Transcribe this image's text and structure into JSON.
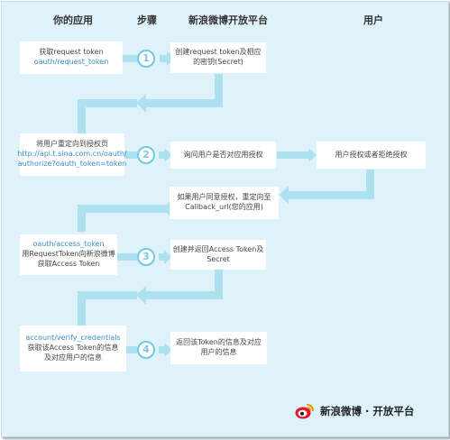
{
  "headers": {
    "your_app": "你的应用",
    "steps": "步骤",
    "platform": "新浪微博开放平台",
    "user": "用户"
  },
  "steps": [
    {
      "number": "1",
      "app": [
        "获取request token",
        "oauth/request_token"
      ],
      "platform": [
        "创建request token及相应",
        "的密钥(Secret)"
      ]
    },
    {
      "number": "2",
      "app": [
        "将用户重定向到授权页",
        "http://api.t.sina.com.cn/oauth/",
        "authorize?oauth_token=token"
      ],
      "platform": [
        "询问用户是否对应用授权"
      ],
      "user": [
        "用户授权或者拒绝授权"
      ],
      "callback": [
        "如果用户同意授权，重定向至",
        "Callback_url(您的应用)"
      ]
    },
    {
      "number": "3",
      "app": [
        "oauth/access_token",
        "用RequestToken向新浪微博",
        "获取Access Token"
      ],
      "platform": [
        "创建并返回Access Token及",
        "Secret"
      ]
    },
    {
      "number": "4",
      "app": [
        "account/verify_credentials",
        "获取该Access Token的信息",
        "及对应用户的信息"
      ],
      "platform": [
        "返回该Token的信息及对应",
        "用户的信息"
      ]
    }
  ],
  "brand": {
    "name": "新浪微博 · 开放平台"
  },
  "colors": {
    "background": "#dff2f9",
    "arrow": "#aee1f0",
    "circle_border": "#6fcbe4",
    "link": "#3a8cc6"
  }
}
